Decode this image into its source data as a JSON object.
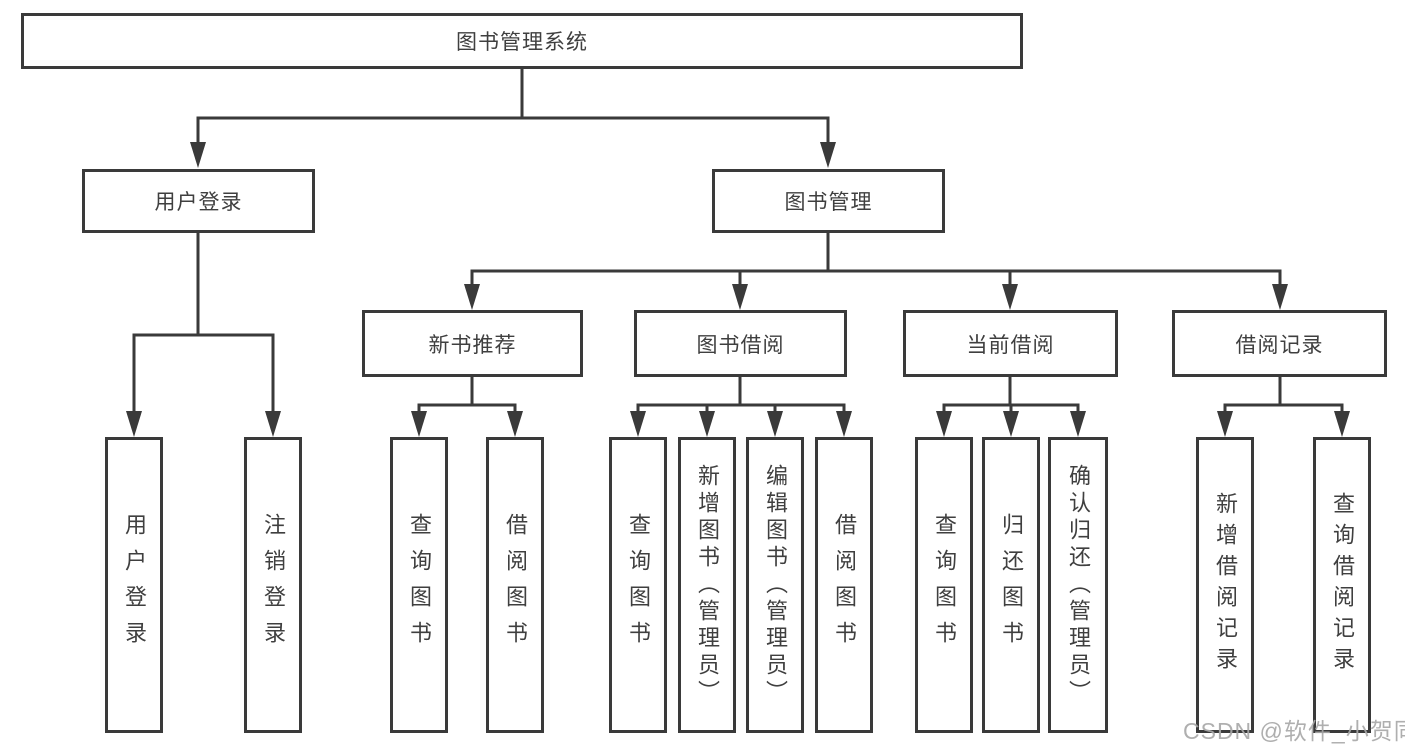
{
  "tree": {
    "root": {
      "label": "图书管理系统"
    },
    "branches": [
      {
        "label": "用户登录",
        "children": [
          {
            "label": "用户登录"
          },
          {
            "label": "注销登录"
          }
        ]
      },
      {
        "label": "图书管理",
        "children": [
          {
            "label": "新书推荐",
            "children": [
              {
                "label": "查询图书"
              },
              {
                "label": "借阅图书"
              }
            ]
          },
          {
            "label": "图书借阅",
            "children": [
              {
                "label": "查询图书"
              },
              {
                "label": "新增图书（管理员）"
              },
              {
                "label": "编辑图书（管理员）"
              },
              {
                "label": "借阅图书"
              }
            ]
          },
          {
            "label": "当前借阅",
            "children": [
              {
                "label": "查询图书"
              },
              {
                "label": "归还图书"
              },
              {
                "label": "确认归还（管理员）"
              }
            ]
          },
          {
            "label": "借阅记录",
            "children": [
              {
                "label": "新增借阅记录"
              },
              {
                "label": "查询借阅记录"
              }
            ]
          }
        ]
      }
    ]
  },
  "watermark": {
    "text": "CSDN @软件_小贺同学"
  },
  "colors": {
    "line": "#3a3a3a",
    "text": "#3f3f3f",
    "box_background": "#ffffff",
    "page_background": "#ffffff",
    "watermark": "#a8a8a8"
  }
}
